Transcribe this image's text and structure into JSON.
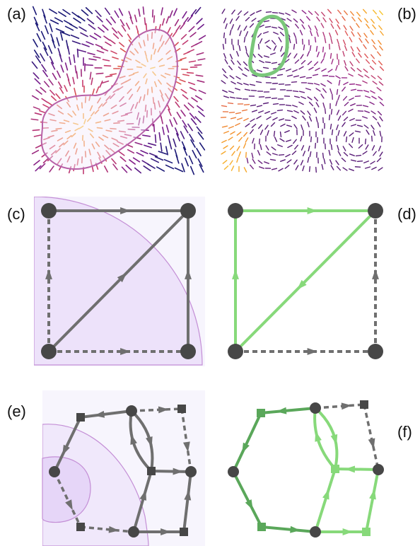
{
  "panels": {
    "a": {
      "label": "(a)"
    },
    "b": {
      "label": "(b)"
    },
    "c": {
      "label": "(c)"
    },
    "d": {
      "label": "(d)"
    },
    "e": {
      "label": "(e)"
    },
    "f": {
      "label": "(f)"
    }
  },
  "colors": {
    "node": "#474747",
    "edge_gray": "#6f6f6f",
    "edge_dashed": "#6f6f6f",
    "green_light": "#87d97a",
    "green_dark": "#5aa75a",
    "region_fill": "#ede2fa",
    "region_border": "#c48fd6",
    "panel_bg": "#f7f5fd",
    "contour": "#b861a8",
    "loop": "#7ac77a"
  },
  "icons": {
    "node": "filled-circle",
    "square_node": "filled-square",
    "arrow": "triangle-arrowhead"
  }
}
